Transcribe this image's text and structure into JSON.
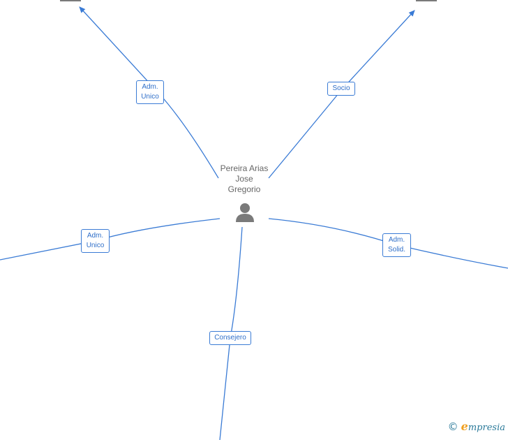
{
  "center_person": {
    "name_lines": [
      "Pereira Arias",
      "Jose",
      "Gregorio"
    ],
    "icon": "person-icon"
  },
  "relations": [
    {
      "id": "top-left",
      "label_lines": [
        "Adm.",
        "Unico"
      ],
      "target_icon": "building-icon"
    },
    {
      "id": "top-right",
      "label_lines": [
        "Socio"
      ],
      "target_icon": "building-icon"
    },
    {
      "id": "left",
      "label_lines": [
        "Adm.",
        "Unico"
      ]
    },
    {
      "id": "right",
      "label_lines": [
        "Adm.",
        "Solid."
      ]
    },
    {
      "id": "bottom",
      "label_lines": [
        "Consejero"
      ]
    }
  ],
  "footer": {
    "copyright_symbol": "©",
    "brand_initial": "e",
    "brand_rest": "mpresia"
  },
  "colors": {
    "edge": "#3a7bd5",
    "label_text": "#2f6fc9",
    "node_gray": "#7a7a7a",
    "name_text": "#666666"
  }
}
